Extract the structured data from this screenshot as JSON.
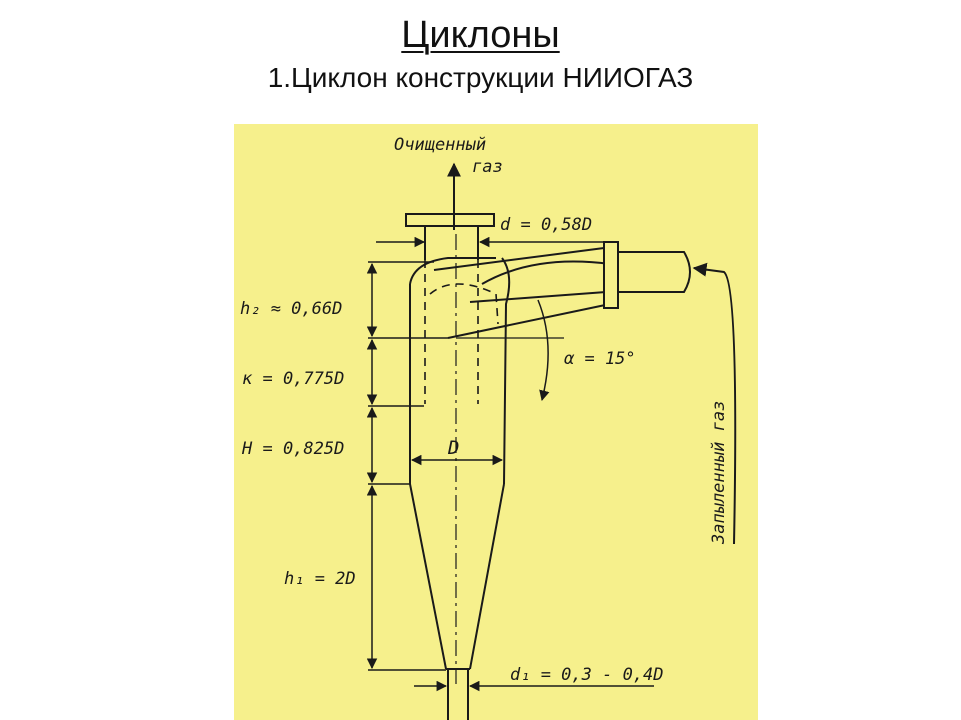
{
  "slide": {
    "title": "Циклоны",
    "subtitle": "1.Циклон конструкции НИИОГАЗ"
  },
  "drawing": {
    "background": "#f6f08c",
    "labels": {
      "clean_gas_line1": "Очищенный",
      "clean_gas_line2": "газ",
      "dusty_gas": "Запыленный газ",
      "d": "d = 0,58D",
      "h2": "h₂ ≈ 0,66D",
      "k": "к = 0,775D",
      "H": "H = 0,825D",
      "D": "D",
      "alpha": "α = 15°",
      "h1": "h₁ = 2D",
      "d1": "d₁ = 0,3 - 0,4D"
    }
  }
}
